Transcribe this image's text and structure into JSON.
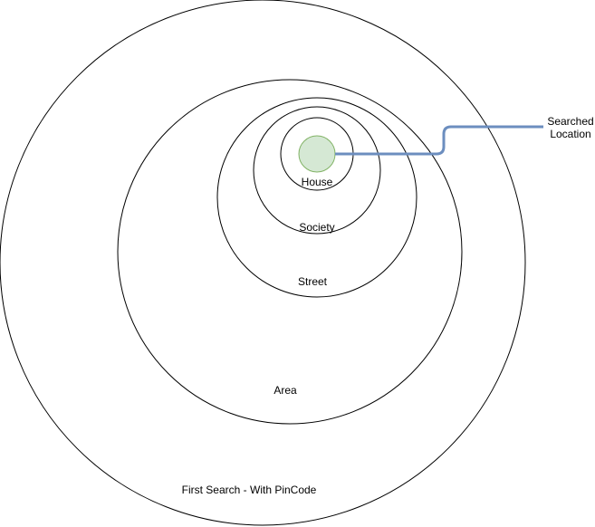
{
  "diagram": {
    "levels": [
      {
        "id": "pincode",
        "label": "First Search - With PinCode"
      },
      {
        "id": "area",
        "label": "Area"
      },
      {
        "id": "street",
        "label": "Street"
      },
      {
        "id": "society",
        "label": "Society"
      },
      {
        "id": "house",
        "label": "House"
      }
    ],
    "target": {
      "label_line1": "Searched",
      "label_line2": "Location"
    },
    "colors": {
      "stroke": "#000000",
      "target_fill": "#d5e8d4",
      "target_stroke": "#82b366",
      "connector": "#6c8ebf"
    }
  }
}
